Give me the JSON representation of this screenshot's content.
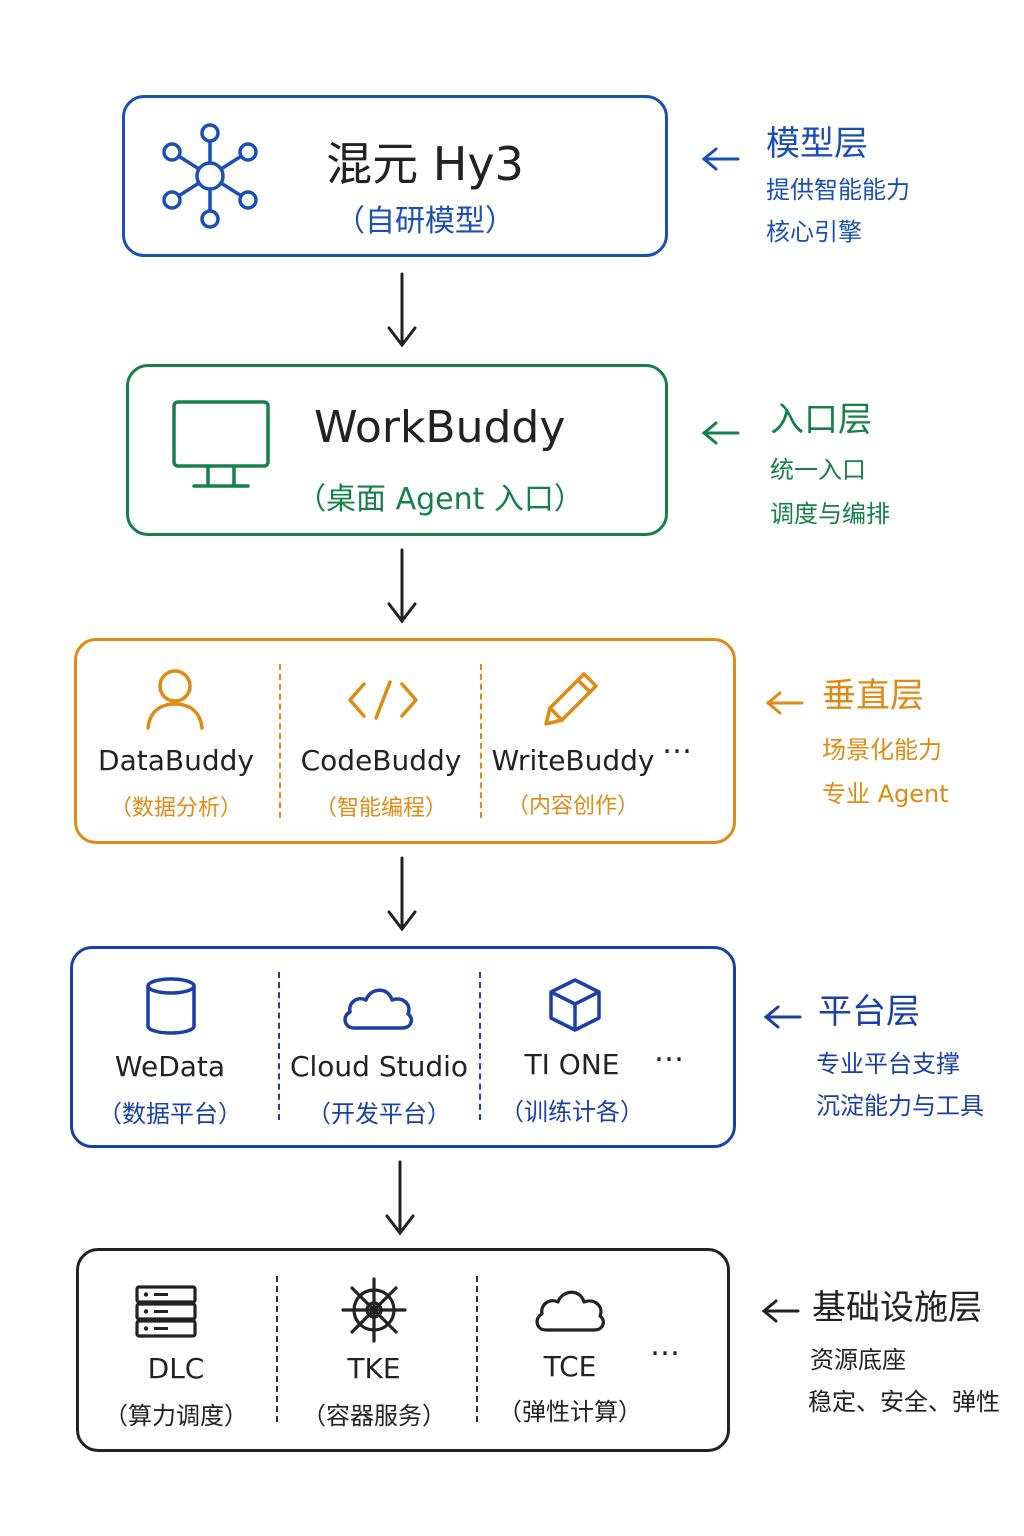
{
  "colors": {
    "model": "#1a4fb8",
    "entry": "#16804a",
    "vertical": "#e08a14",
    "platform": "#1a3fa8",
    "infra": "#222222"
  },
  "model": {
    "title": "混元 Hy3",
    "subtitle": "（自研模型）",
    "icon": "network-hub-icon",
    "side_title": "模型层",
    "side_lines": [
      "提供智能能力",
      "核心引擎"
    ]
  },
  "entry": {
    "title": "WorkBuddy",
    "subtitle": "（桌面 Agent 入口）",
    "icon": "monitor-icon",
    "side_title": "入口层",
    "side_lines": [
      "统一入口",
      "调度与编排"
    ]
  },
  "vertical": {
    "items": [
      {
        "name": "DataBuddy",
        "desc": "（数据分析）",
        "icon": "user-icon"
      },
      {
        "name": "CodeBuddy",
        "desc": "（智能编程）",
        "icon": "code-icon"
      },
      {
        "name": "WriteBuddy",
        "desc": "（内容创作）",
        "icon": "pencil-icon"
      }
    ],
    "more": "…",
    "side_title": "垂直层",
    "side_lines": [
      "场景化能力",
      "专业 Agent"
    ]
  },
  "platform": {
    "items": [
      {
        "name": "WeData",
        "desc": "（数据平台）",
        "icon": "database-icon"
      },
      {
        "name": "Cloud Studio",
        "desc": "（开发平台）",
        "icon": "cloud-icon"
      },
      {
        "name": "TI ONE",
        "desc": "（训练计各）",
        "icon": "cube-icon"
      }
    ],
    "more": "…",
    "side_title": "平台层",
    "side_lines": [
      "专业平台支撑",
      "沉淀能力与工具"
    ]
  },
  "infra": {
    "items": [
      {
        "name": "DLC",
        "desc": "（算力调度）",
        "icon": "server-rack-icon"
      },
      {
        "name": "TKE",
        "desc": "（容器服务）",
        "icon": "helm-wheel-icon"
      },
      {
        "name": "TCE",
        "desc": "（弹性计算）",
        "icon": "cloud-icon"
      }
    ],
    "more": "…",
    "side_title": "基础设施层",
    "side_lines": [
      "资源底座",
      "稳定、安全、弹性"
    ]
  }
}
